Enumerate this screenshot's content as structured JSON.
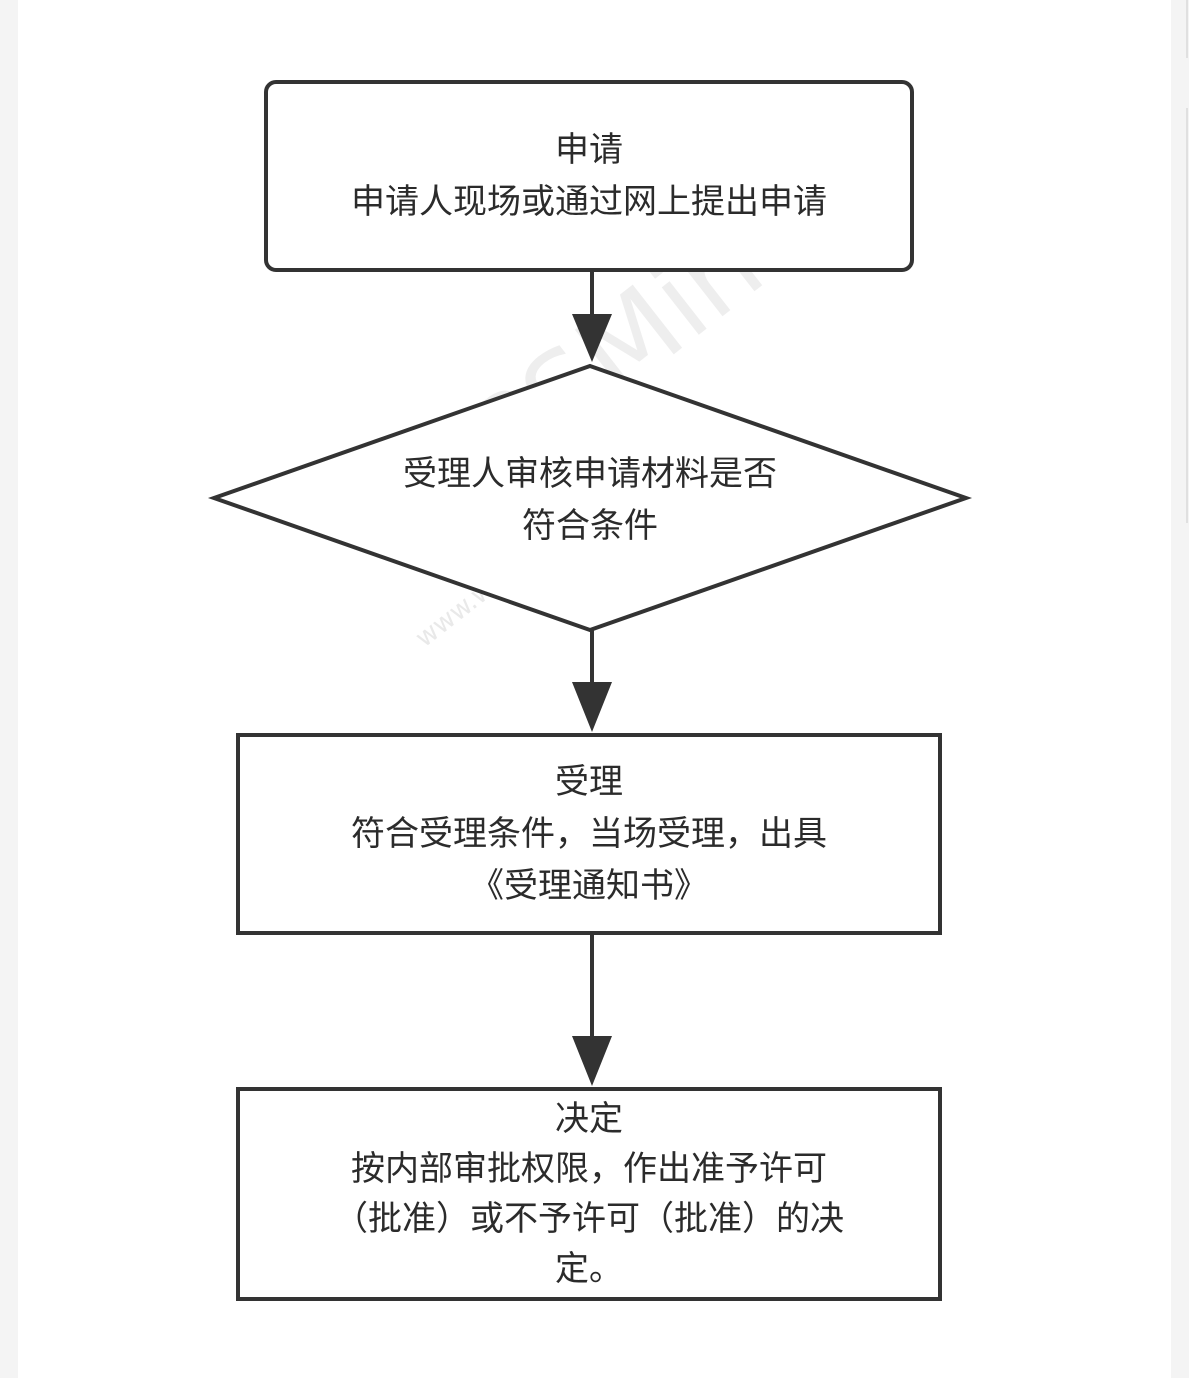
{
  "nodes": {
    "apply": {
      "title": "申请",
      "lines": [
        "申请人现场或通过网上提出申请"
      ]
    },
    "review": {
      "lines": [
        "受理人审核申请材料是否",
        "符合条件"
      ]
    },
    "accept": {
      "title": "受理",
      "lines": [
        "符合受理条件，当场受理，出具",
        "《受理通知书》"
      ]
    },
    "decide": {
      "title": "决定",
      "lines": [
        "按内部审批权限，作出准予许可",
        "（批准）或不予许可（批准）的决",
        "定。"
      ]
    }
  },
  "watermark": {
    "main": "WPSMind",
    "sub": "www.wpsmind.com"
  },
  "colors": {
    "stroke": "#333333",
    "text": "#2b2b2b",
    "background": "#ffffff",
    "page": "#f4f4f4"
  }
}
